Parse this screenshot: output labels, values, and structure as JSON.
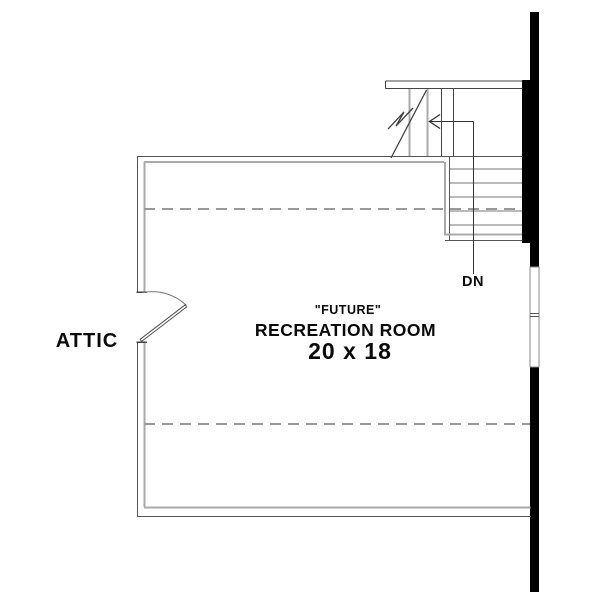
{
  "plan": {
    "title": "attic-floor-plan",
    "labels": {
      "attic": "ATTIC",
      "room_future": "\"FUTURE\"",
      "room_name": "RECREATION ROOM",
      "room_size": "20 x 18",
      "stair_down": "DN"
    },
    "colors": {
      "background": "#ffffff",
      "exterior_wall": "#000000",
      "wall_outer_line": "#555555",
      "wall_inner_line": "#aaaaaa",
      "stair_line": "#444444",
      "tread_line": "#777777",
      "dashed_line": "#999999",
      "text": "#0a0a0a"
    }
  }
}
